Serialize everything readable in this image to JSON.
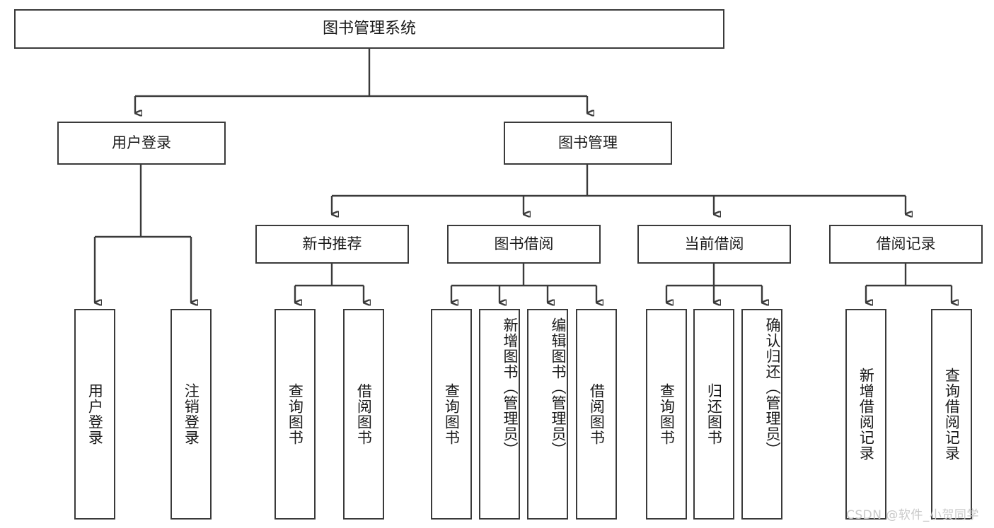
{
  "diagram": {
    "title": "图书管理系统",
    "root": {
      "label": "图书管理系统"
    },
    "level1": [
      {
        "label": "用户登录"
      },
      {
        "label": "图书管理"
      }
    ],
    "level2": [
      {
        "label": "新书推荐"
      },
      {
        "label": "图书借阅"
      },
      {
        "label": "当前借阅"
      },
      {
        "label": "借阅记录"
      }
    ],
    "leaves": {
      "user_login": [
        {
          "label": "用户登录"
        },
        {
          "label": "注销登录"
        }
      ],
      "new_book_recommend": [
        {
          "label": "查询图书"
        },
        {
          "label": "借阅图书"
        }
      ],
      "book_borrow": [
        {
          "label": "查询图书"
        },
        {
          "label": "新增图书（管理员）"
        },
        {
          "label": "编辑图书（管理员）"
        },
        {
          "label": "借阅图书"
        }
      ],
      "current_borrow": [
        {
          "label": "查询图书"
        },
        {
          "label": "归还图书"
        },
        {
          "label": "确认归还（管理员）"
        }
      ],
      "borrow_record": [
        {
          "label": "新增借阅记录"
        },
        {
          "label": "查询借阅记录"
        }
      ]
    }
  },
  "watermark": {
    "text": "CSDN @软件_小贺同学"
  },
  "colors": {
    "stroke": "#3a3a3a",
    "text": "#1a1a1a",
    "background": "#ffffff",
    "watermark": "#c9c9c9"
  }
}
